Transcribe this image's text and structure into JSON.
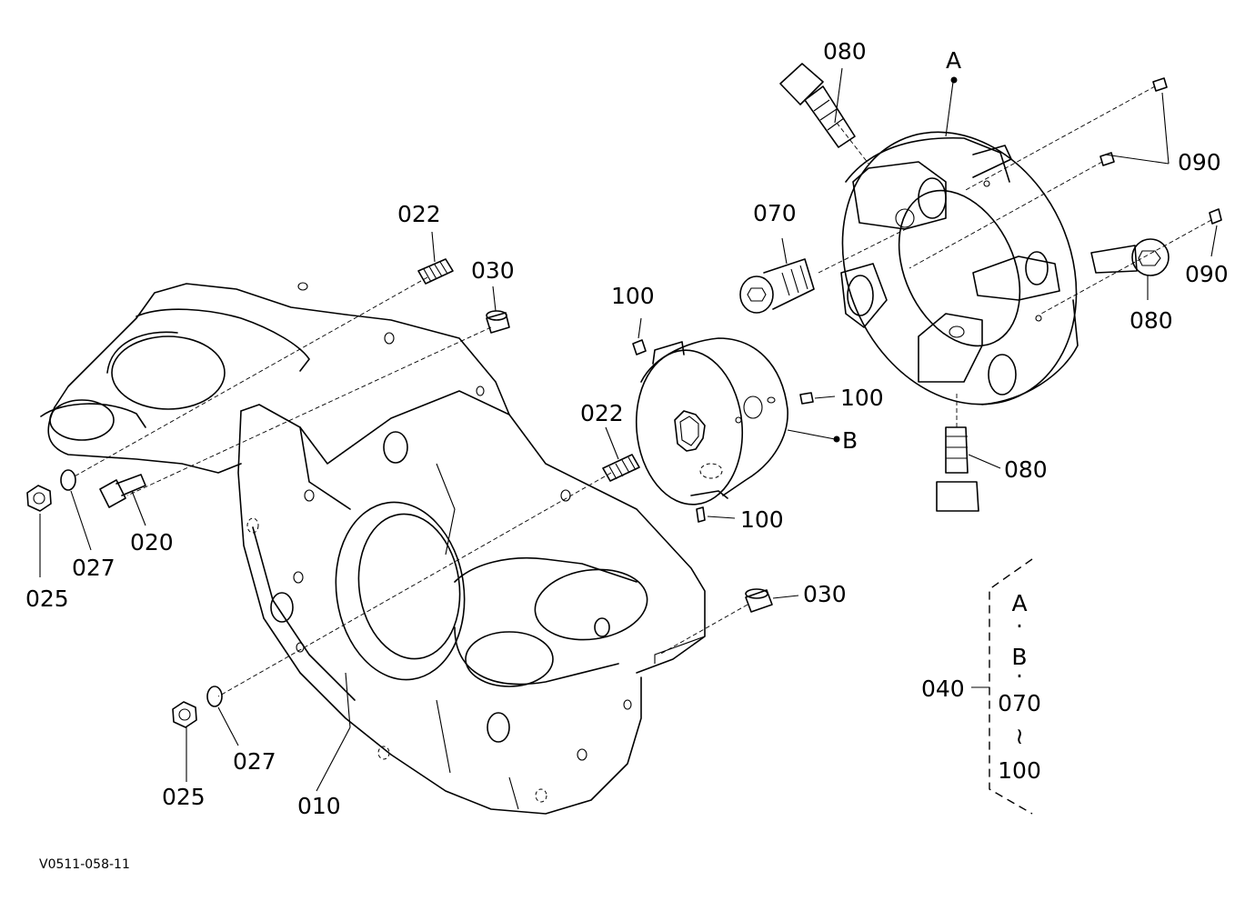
{
  "drawing_code": "V0511-058-11",
  "callouts": {
    "p010": "010",
    "p020": "020",
    "p022_a": "022",
    "p022_b": "022",
    "p025_a": "025",
    "p025_b": "025",
    "p027_a": "027",
    "p027_b": "027",
    "p030_a": "030",
    "p030_b": "030",
    "p070": "070",
    "p080_a": "080",
    "p080_b": "080",
    "p080_c": "080",
    "p090_a": "090",
    "p090_b": "090",
    "p100_a": "100",
    "p100_b": "100",
    "p100_c": "100",
    "ref_a": "A",
    "ref_b": "B"
  },
  "assembly_group": {
    "part_no": "040",
    "members": [
      "A",
      "·",
      "B",
      "·",
      "070",
      "≀",
      "100"
    ]
  }
}
